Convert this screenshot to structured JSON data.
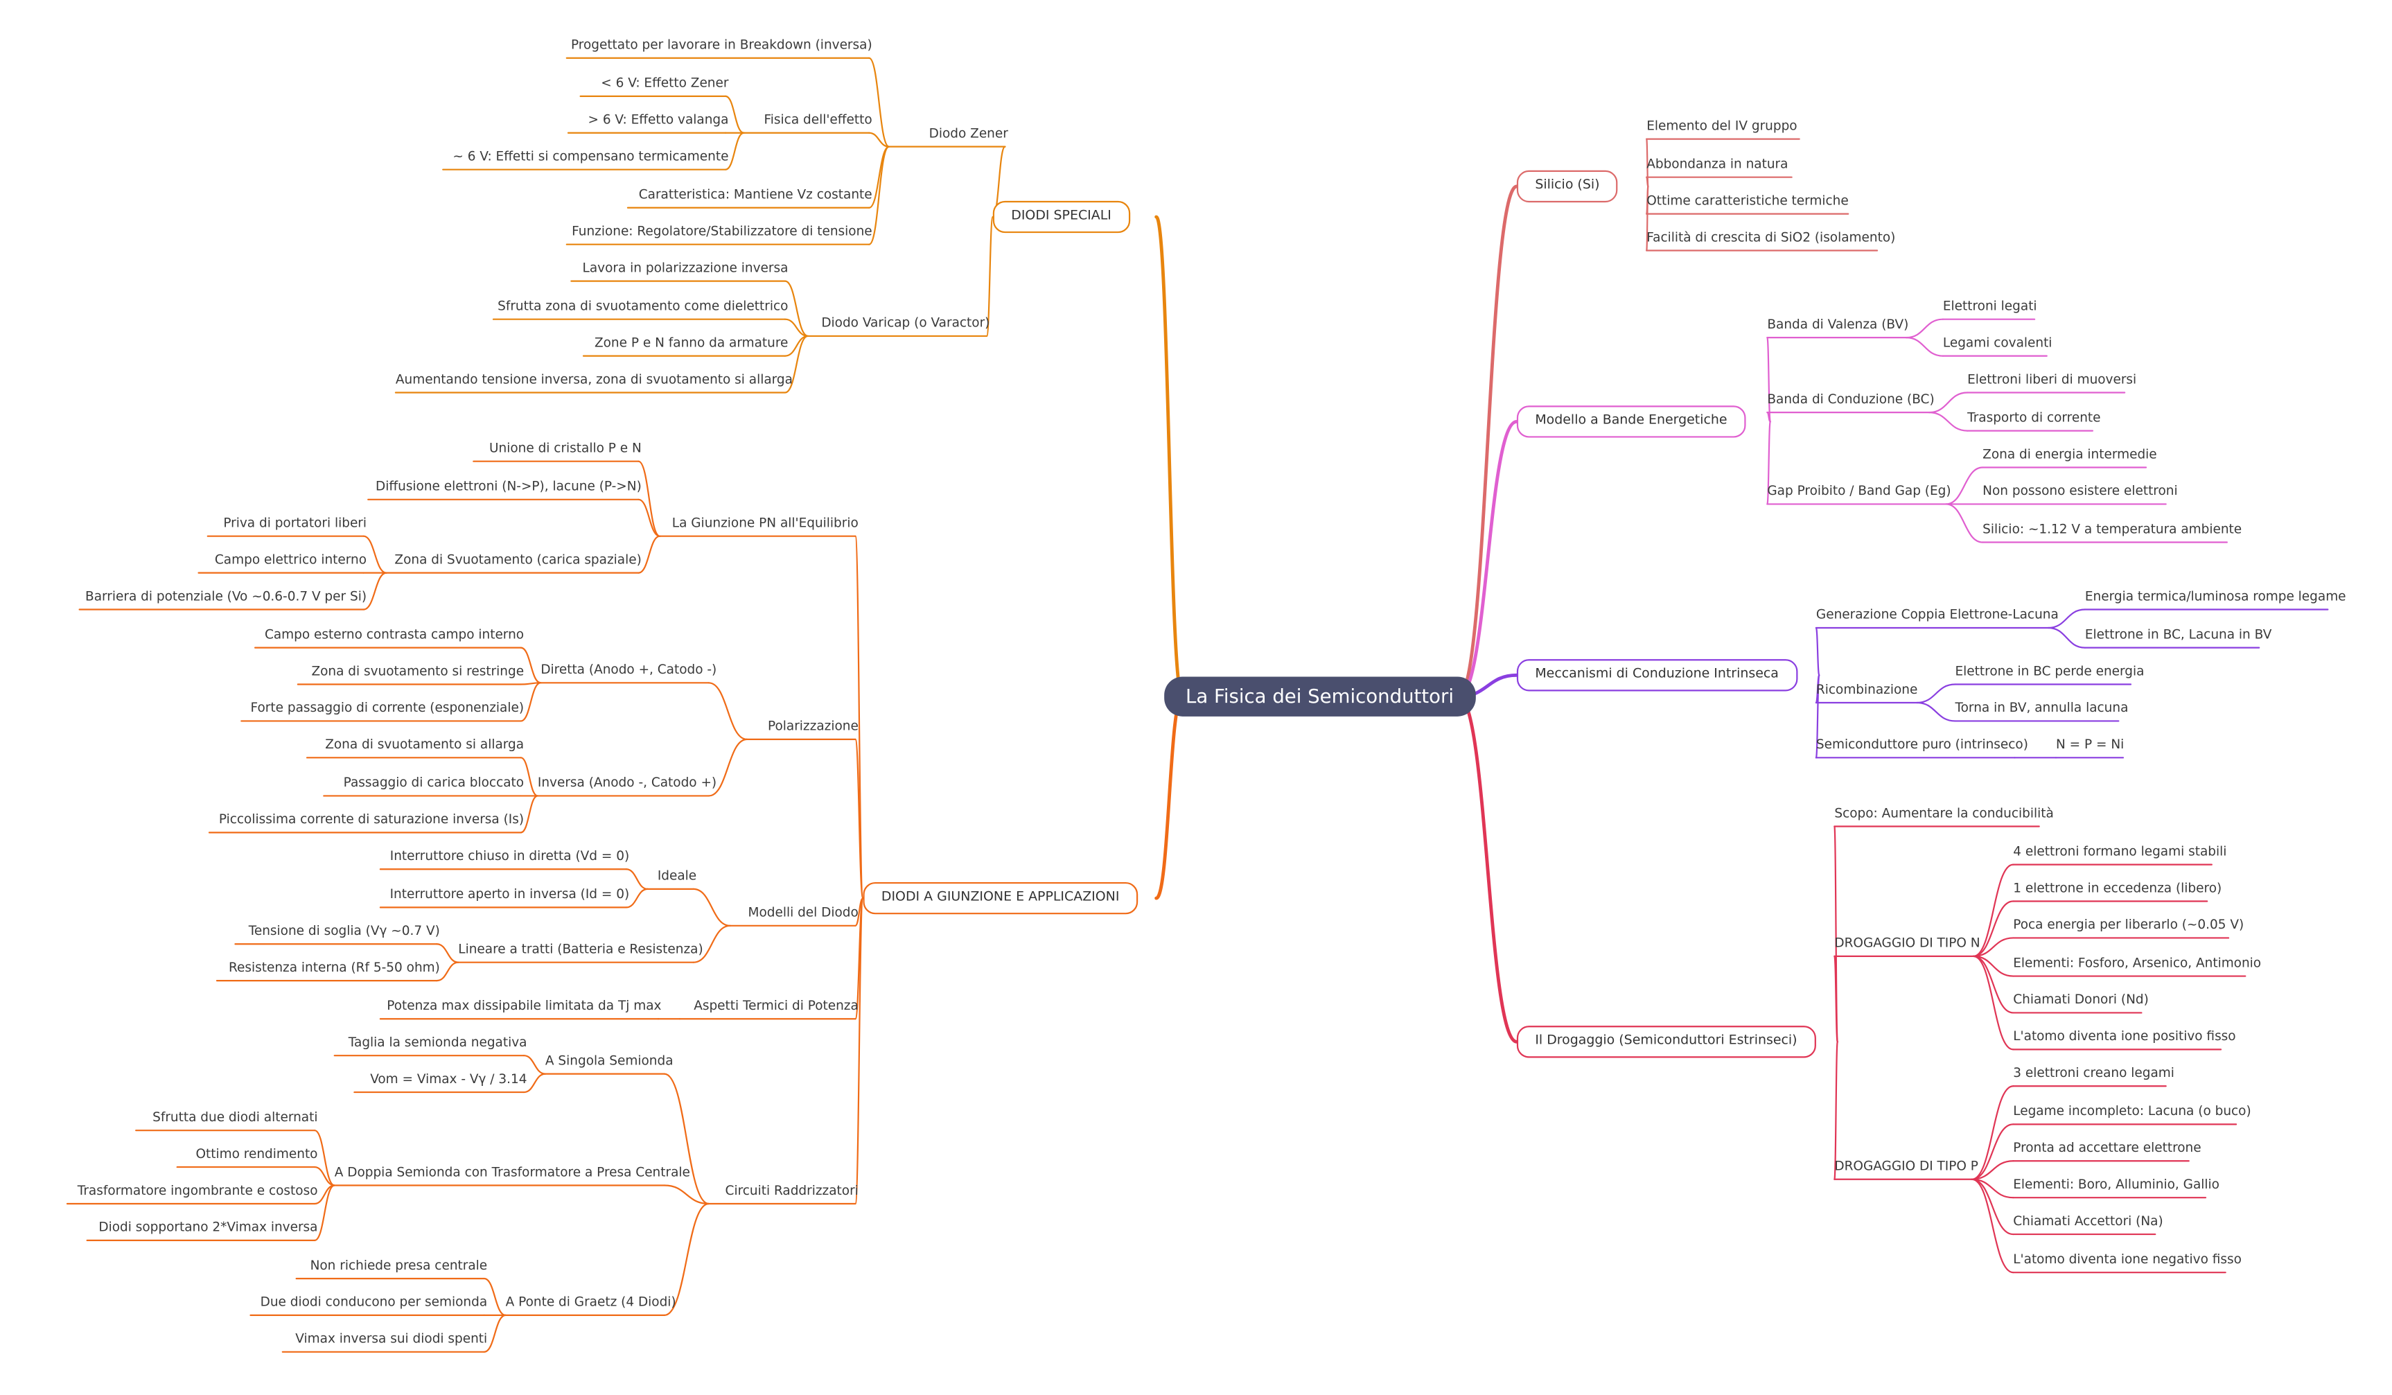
{
  "root": "La Fisica dei Semiconduttori",
  "colors": {
    "root_bg": "#4a4f6e",
    "speciali": "#e8850e",
    "giunzione": "#f06b17",
    "silicio": "#dc6a6a",
    "bande": "#e05fd0",
    "intrinseca": "#8a3fe0",
    "drogaggio": "#e03555"
  },
  "left": {
    "speciali": {
      "label": "DIODI SPECIALI",
      "zener": {
        "label": "Diodo Zener",
        "progettato": "Progettato per lavorare in Breakdown (inversa)",
        "fisica": {
          "label": "Fisica dell'effetto",
          "items": [
            "< 6 V: Effetto Zener",
            "> 6 V: Effetto valanga",
            "~ 6 V: Effetti si compensano termicamente"
          ]
        },
        "caratteristica": "Caratteristica: Mantiene Vz costante",
        "funzione": "Funzione: Regolatore/Stabilizzatore di tensione"
      },
      "varicap": {
        "label": "Diodo Varicap (o Varactor)",
        "items": [
          "Lavora in polarizzazione inversa",
          "Sfrutta zona di svuotamento come dielettrico",
          "Zone P e N fanno da armature",
          "Aumentando tensione inversa, zona di svuotamento si allarga"
        ]
      }
    },
    "giunzione": {
      "label": "DIODI A GIUNZIONE E APPLICAZIONI",
      "equilibrio": {
        "label": "La Giunzione PN all'Equilibrio",
        "unione": "Unione di cristallo P e N",
        "diffusione": "Diffusione elettroni (N->P), lacune (P->N)",
        "svuotamento": {
          "label": "Zona di Svuotamento (carica spaziale)",
          "items": [
            "Priva di portatori liberi",
            "Campo elettrico interno",
            "Barriera di potenziale (Vo ~0.6-0.7 V per Si)"
          ]
        }
      },
      "polarizzazione": {
        "label": "Polarizzazione",
        "diretta": {
          "label": "Diretta (Anodo +, Catodo -)",
          "items": [
            "Campo esterno contrasta campo interno",
            "Zona di svuotamento si restringe",
            "Forte passaggio di corrente (esponenziale)"
          ]
        },
        "inversa": {
          "label": "Inversa (Anodo -, Catodo +)",
          "items": [
            "Zona di svuotamento si allarga",
            "Passaggio di carica bloccato",
            "Piccolissima corrente di saturazione inversa (Is)"
          ]
        }
      },
      "modelli": {
        "label": "Modelli del Diodo",
        "ideale": {
          "label": "Ideale",
          "items": [
            "Interruttore chiuso in diretta (Vd = 0)",
            "Interruttore aperto in inversa (Id = 0)"
          ]
        },
        "lineare": {
          "label": "Lineare a tratti (Batteria e Resistenza)",
          "items": [
            "Tensione di soglia (Vγ ~0.7 V)",
            "Resistenza interna (Rf 5-50 ohm)"
          ]
        }
      },
      "termici": {
        "label": "Aspetti Termici di Potenza",
        "item": "Potenza max dissipabile limitata da Tj max"
      },
      "raddrizzatori": {
        "label": "Circuiti Raddrizzatori",
        "singola": {
          "label": "A Singola Semionda",
          "items": [
            "Taglia la semionda negativa",
            "Vom = Vimax - Vγ / 3.14"
          ]
        },
        "doppia": {
          "label": "A Doppia Semionda con Trasformatore a Presa Centrale",
          "items": [
            "Sfrutta due diodi alternati",
            "Ottimo rendimento",
            "Trasformatore ingombrante e costoso",
            "Diodi sopportano 2*Vimax inversa"
          ]
        },
        "ponte": {
          "label": "A Ponte di Graetz (4 Diodi)",
          "items": [
            "Non richiede presa centrale",
            "Due diodi conducono per semionda",
            "Vimax inversa sui diodi spenti"
          ]
        }
      }
    }
  },
  "right": {
    "silicio": {
      "label": "Silicio (Si)",
      "items": [
        "Elemento del IV gruppo",
        "Abbondanza in natura",
        "Ottime caratteristiche termiche",
        "Facilità di crescita di SiO2 (isolamento)"
      ]
    },
    "bande": {
      "label": "Modello a Bande Energetiche",
      "valenza": {
        "label": "Banda di Valenza (BV)",
        "items": [
          "Elettroni legati",
          "Legami covalenti"
        ]
      },
      "conduzione": {
        "label": "Banda di Conduzione (BC)",
        "items": [
          "Elettroni liberi di muoversi",
          "Trasporto di corrente"
        ]
      },
      "gap": {
        "label": "Gap Proibito / Band Gap (Eg)",
        "items": [
          "Zona di energia intermedie",
          "Non possono esistere elettroni",
          "Silicio: ~1.12 V a temperatura ambiente"
        ]
      }
    },
    "intrinseca": {
      "label": "Meccanismi di Conduzione Intrinseca",
      "generazione": {
        "label": "Generazione Coppia Elettrone-Lacuna",
        "items": [
          "Energia termica/luminosa rompe legame",
          "Elettrone in BC, Lacuna in BV"
        ]
      },
      "ricombinazione": {
        "label": "Ricombinazione",
        "items": [
          "Elettrone in BC perde energia",
          "Torna in BV, annulla lacuna"
        ]
      },
      "puro": {
        "label": "Semiconduttore puro (intrinseco)",
        "item": "N = P = Ni"
      }
    },
    "drogaggio": {
      "label": "Il Drogaggio (Semiconduttori Estrinseci)",
      "scopo": "Scopo: Aumentare la conducibilità",
      "tipo_n": {
        "label": "DROGAGGIO DI TIPO N",
        "items": [
          "4 elettroni formano legami stabili",
          "1 elettrone in eccedenza (libero)",
          "Poca energia per liberarlo (~0.05 V)",
          "Elementi: Fosforo, Arsenico, Antimonio",
          "Chiamati Donori (Nd)",
          "L'atomo diventa ione positivo fisso"
        ]
      },
      "tipo_p": {
        "label": "DROGAGGIO DI TIPO P",
        "items": [
          "3 elettroni creano legami",
          "Legame incompleto: Lacuna (o buco)",
          "Pronta ad accettare elettrone",
          "Elementi: Boro, Alluminio, Gallio",
          "Chiamati Accettori (Na)",
          "L'atomo diventa ione negativo fisso"
        ]
      }
    }
  }
}
